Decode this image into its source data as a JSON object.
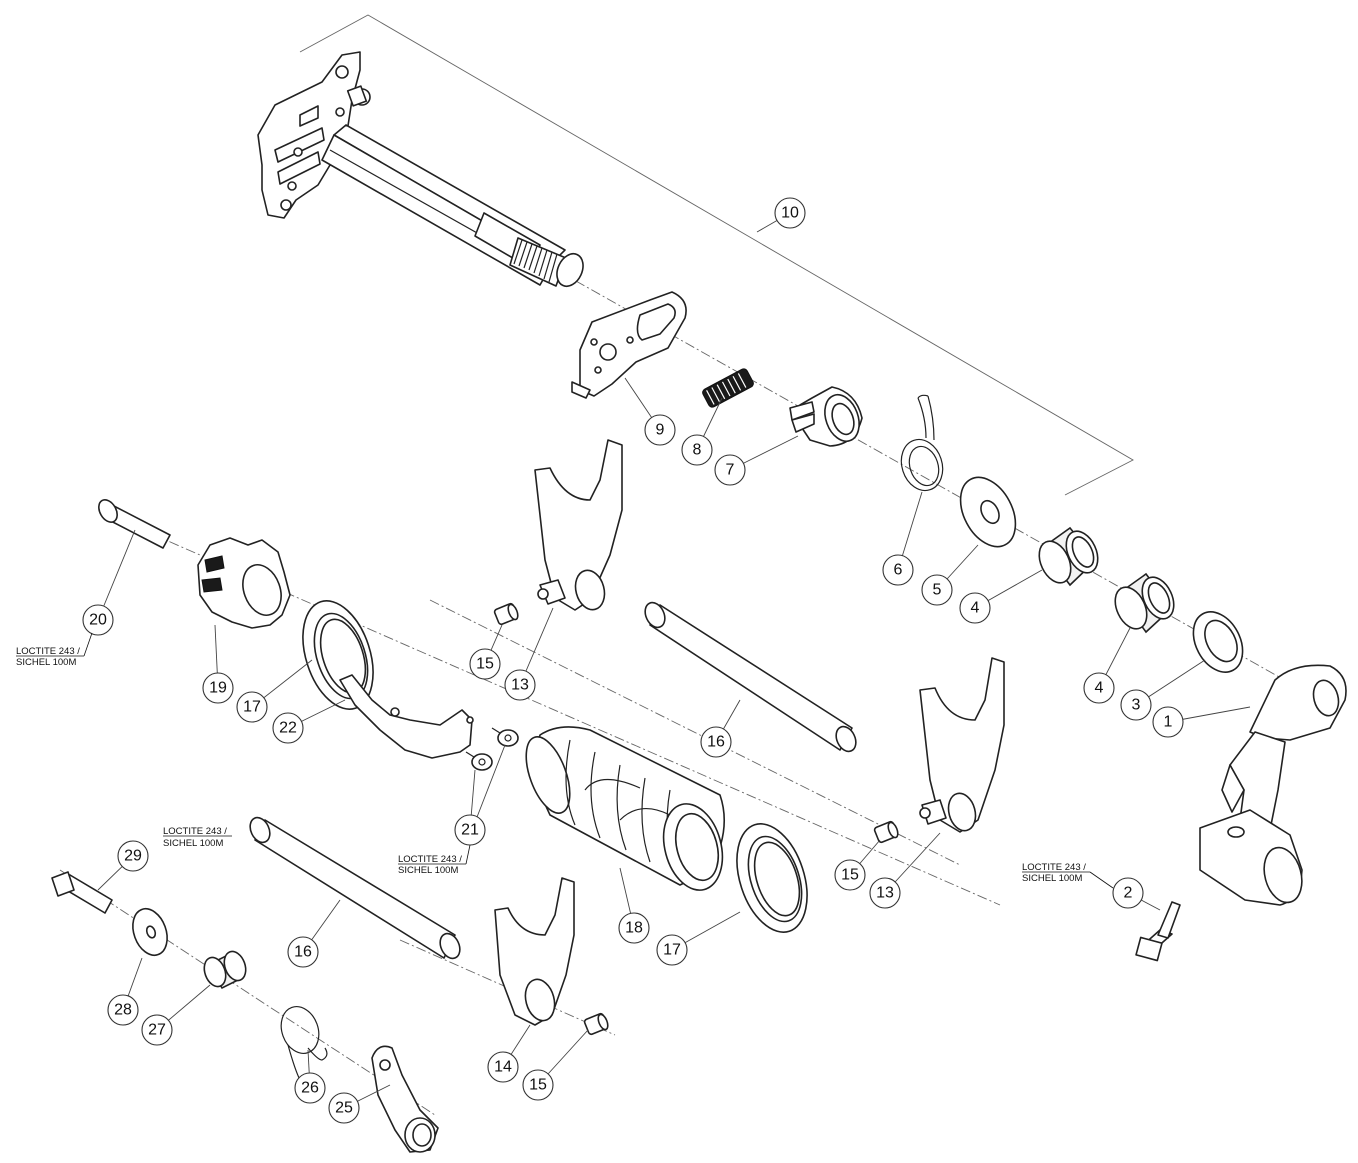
{
  "callouts": {
    "c1": "1",
    "c2": "2",
    "c3": "3",
    "c4a": "4",
    "c4b": "4",
    "c5": "5",
    "c6": "6",
    "c7": "7",
    "c8": "8",
    "c9": "9",
    "c10": "10",
    "c13a": "13",
    "c13b": "13",
    "c14": "14",
    "c15a": "15",
    "c15b": "15",
    "c15c": "15",
    "c16a": "16",
    "c16b": "16",
    "c17a": "17",
    "c17b": "17",
    "c18": "18",
    "c19": "19",
    "c20": "20",
    "c21": "21",
    "c22": "22",
    "c25": "25",
    "c26": "26",
    "c27": "27",
    "c28": "28",
    "c29": "29"
  },
  "notes": {
    "loctite_line": "LOCTITE 243 /",
    "sichel_line": "SICHEL 100M"
  }
}
